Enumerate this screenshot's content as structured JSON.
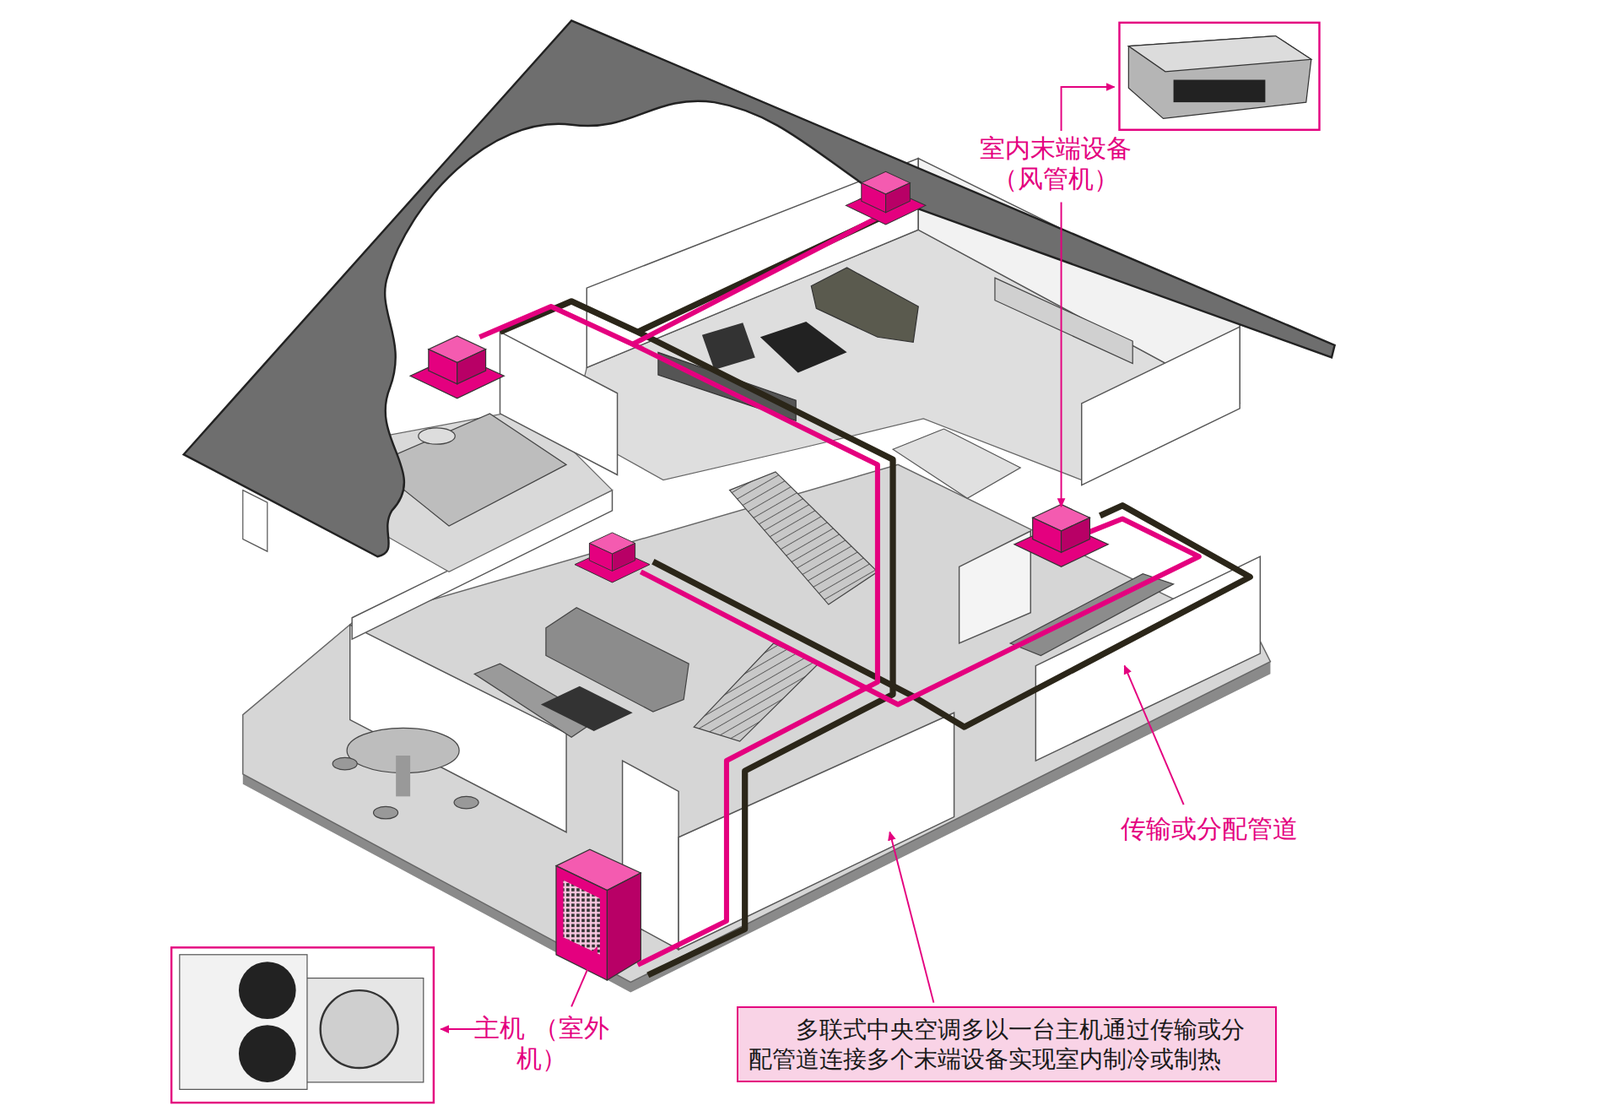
{
  "diagram": {
    "nodes": [
      {
        "text": [
          "多联式中央空调多以一台主机通过传输或分 配管道连接多个末端设备实现室内制冷或制热"
        ]
      }
    ],
    "labels": [
      "室内末端设备 （风管机）",
      "传输或分配管道",
      "主机 （室外机）"
    ]
  }
}
